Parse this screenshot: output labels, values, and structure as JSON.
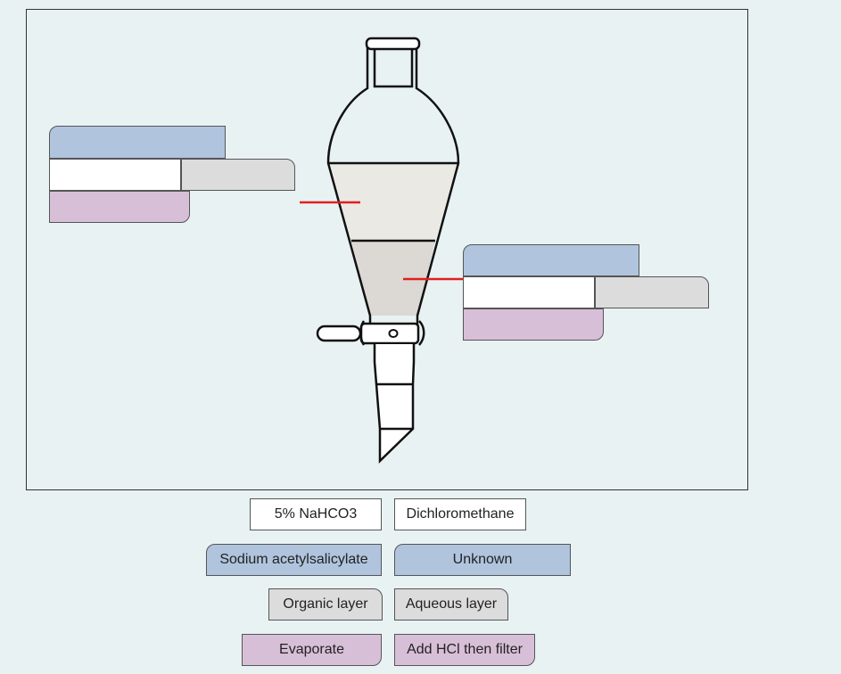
{
  "options": {
    "solvent_1": "5% NaHCO3",
    "solvent_2": "Dichloromethane",
    "compound_1": "Sodium acetylsalicylate",
    "compound_2": "Unknown",
    "layer_1": "Organic layer",
    "layer_2": "Aqueous layer",
    "action_1": "Evaporate",
    "action_2": "Add HCl then filter"
  },
  "colors": {
    "compound_slot": "#b0c4de",
    "solvent_slot": "#ffffff",
    "layer_slot": "#dcdcdc",
    "action_slot": "#d8bfd8",
    "pointer_line": "#e02020",
    "upper_liquid": "#ebe9e4",
    "lower_liquid": "#dcd8d3"
  }
}
